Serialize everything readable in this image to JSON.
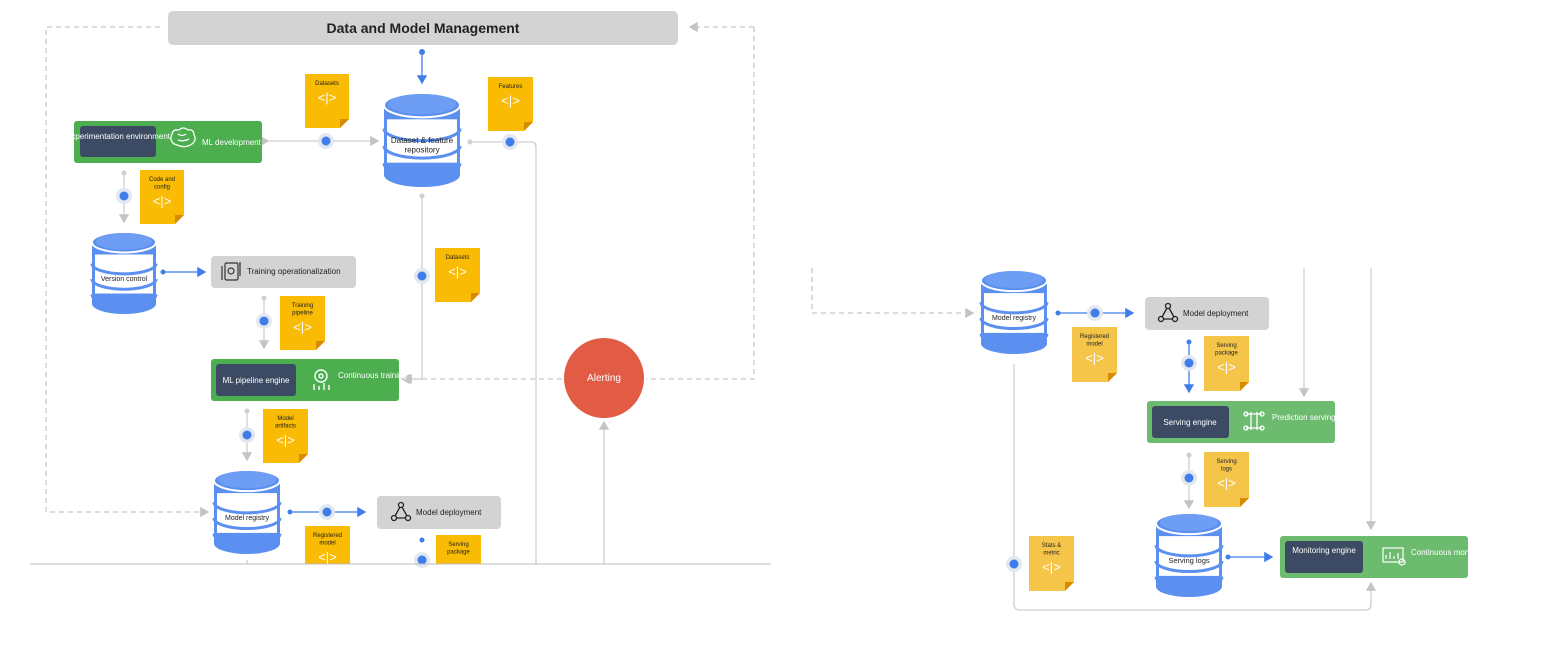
{
  "colors": {
    "green": "#4cae4f",
    "green_light": "#6dbb6f",
    "navy": "#3c4b63",
    "gray": "#d3d3d3",
    "sticky": "#f9bb03",
    "sticky_fold": "#d88a00",
    "db": "#5b8ff0",
    "db_dark": "#3d6fd8",
    "dot": "#3f7eea",
    "line": "#cfcfcf",
    "alert": "#e25b45"
  },
  "header": {
    "title": "Data and Model Management"
  },
  "blocks": {
    "experimentation": {
      "left": "Experimentation environment",
      "right": "ML development",
      "icon": "brain-icon"
    },
    "pipeline": {
      "left": "ML pipeline engine",
      "right": "Continuous training",
      "icon": "gear-chart-icon"
    },
    "serving": {
      "left": "Serving engine",
      "right": "Prediction serving",
      "icon": "network-icon"
    },
    "monitoring": {
      "left": "Monitoring engine",
      "right": "Continuous monitoring",
      "icon": "dashboard-icon"
    }
  },
  "steps": {
    "training_op": {
      "label": "Training operationalization",
      "icon": "pipeline-icon"
    },
    "deploy_left": {
      "label": "Model deployment",
      "icon": "nodes-icon"
    },
    "deploy_right": {
      "label": "Model deployment",
      "icon": "nodes-icon"
    }
  },
  "databases": {
    "dataset_repo": "Dataset & feature repository",
    "version_control": "Version control",
    "registry_left": "Model registry",
    "registry_right": "Model registry",
    "serving_logs": "Serving logs"
  },
  "artifacts": {
    "datasets_top": "Datasets",
    "features": "Features",
    "code_config": "Code and config",
    "datasets_mid": "Datasets",
    "training_pipeline": "Training pipeline",
    "model_artifacts": "Model artifacts",
    "registered_left": "Registered model",
    "serving_pkg_left": "Serving package",
    "registered_right": "Registered model",
    "serving_pkg_right": "Serving package",
    "serving_logs": "Serving logs",
    "stats": "Stats & metric"
  },
  "alerting": {
    "label": "Alerting"
  },
  "code_glyph": "<|>"
}
